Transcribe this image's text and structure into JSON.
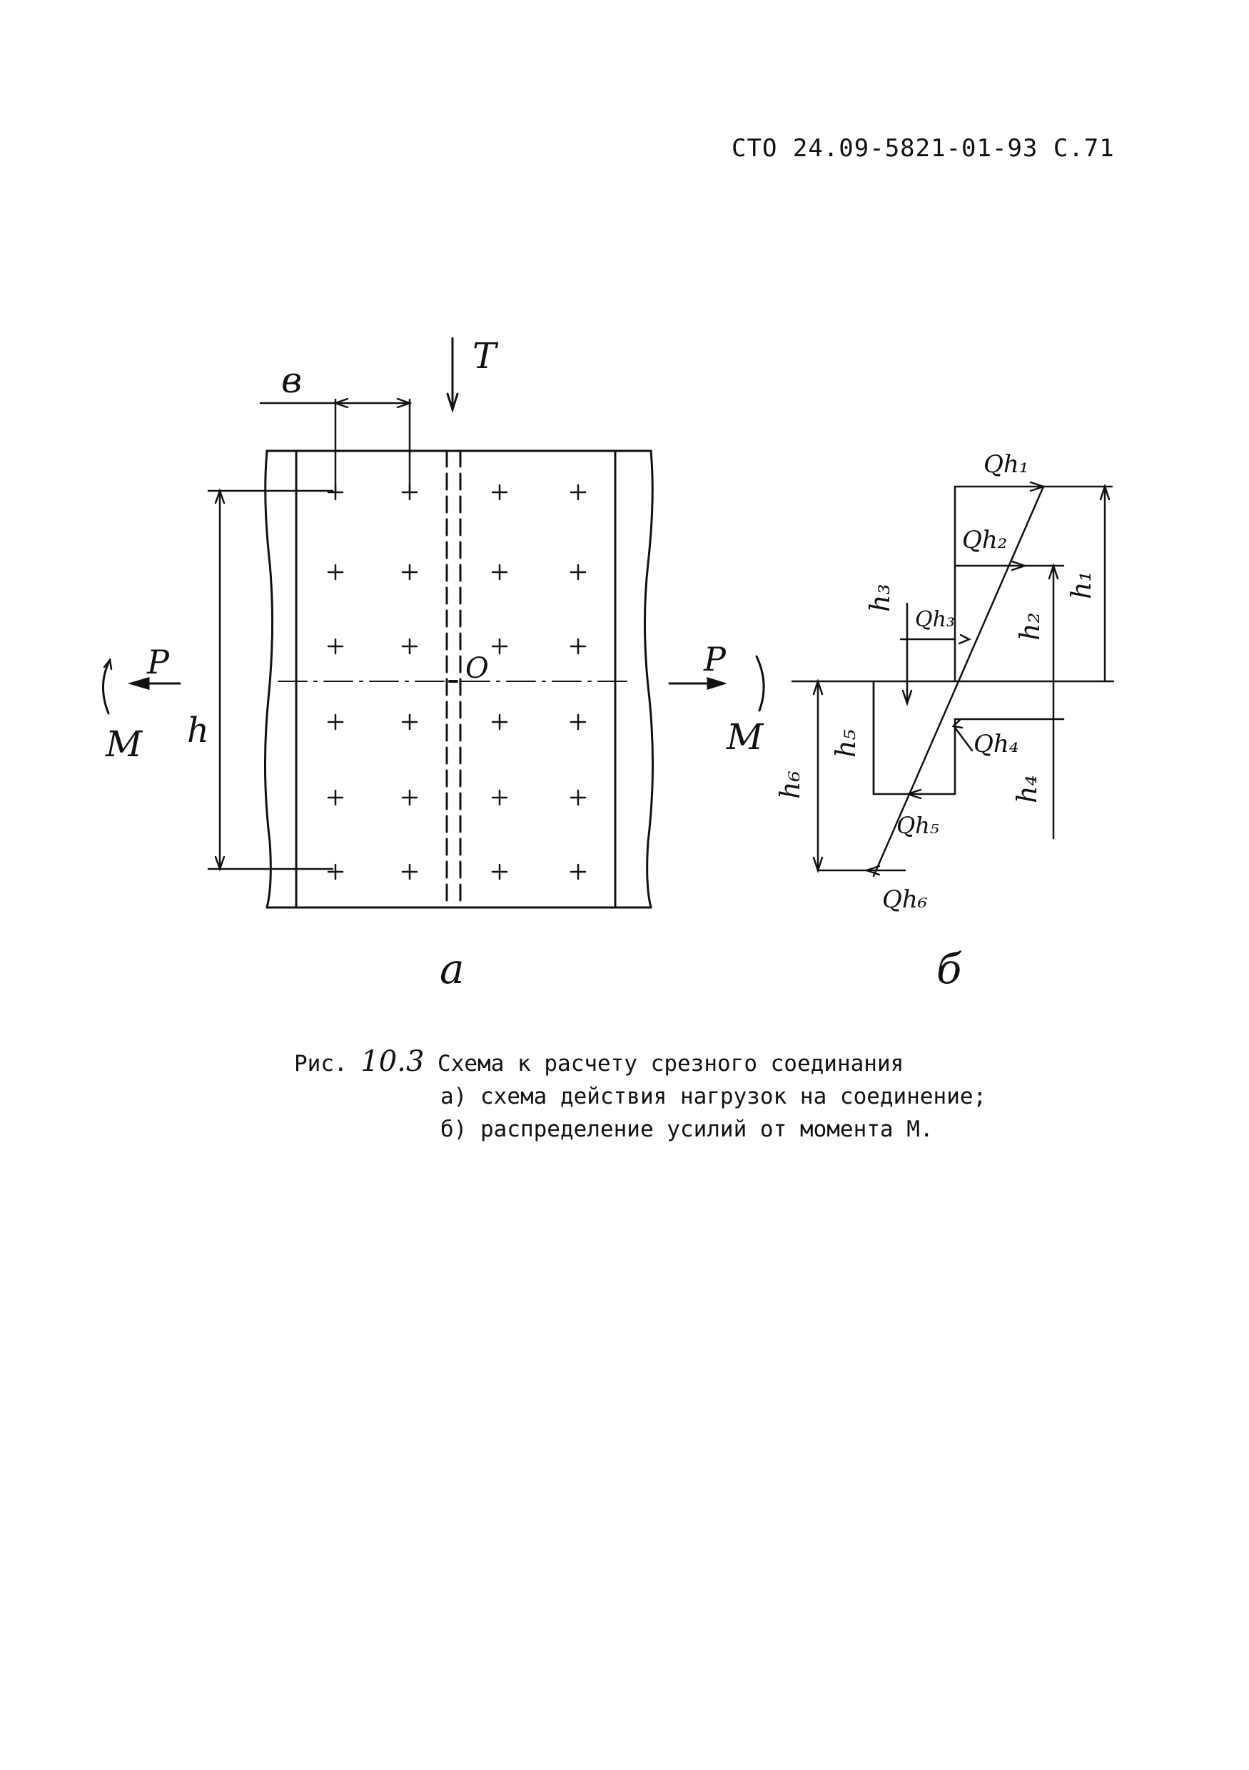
{
  "header": {
    "code": "СТО 24.09-5821-01-93 С.71"
  },
  "figure_a": {
    "label_T": "T",
    "label_b": "в",
    "label_P_left": "P",
    "label_P_right": "P",
    "label_M_left": "M",
    "label_M_right": "M",
    "label_h": "h",
    "label_O": "O",
    "panel_label": "а"
  },
  "figure_b": {
    "Qh1": "Qh₁",
    "Qh2": "Qh₂",
    "Qh3": "Qh₃",
    "Qh4": "Qh₄",
    "Qh5": "Qh₅",
    "Qh6": "Qh₆",
    "h1": "h₁",
    "h2": "h₂",
    "h3": "h₃",
    "h4": "h₄",
    "h5": "h₅",
    "h6": "h₆",
    "panel_label": "б"
  },
  "caption": {
    "prefix": "Рис. ",
    "number": "10.3",
    "title": " Схема к расчету срезного соединания",
    "line_a": "а) схема действия нагрузок на соединение;",
    "line_b": "б) распределение усилий от момента М."
  }
}
